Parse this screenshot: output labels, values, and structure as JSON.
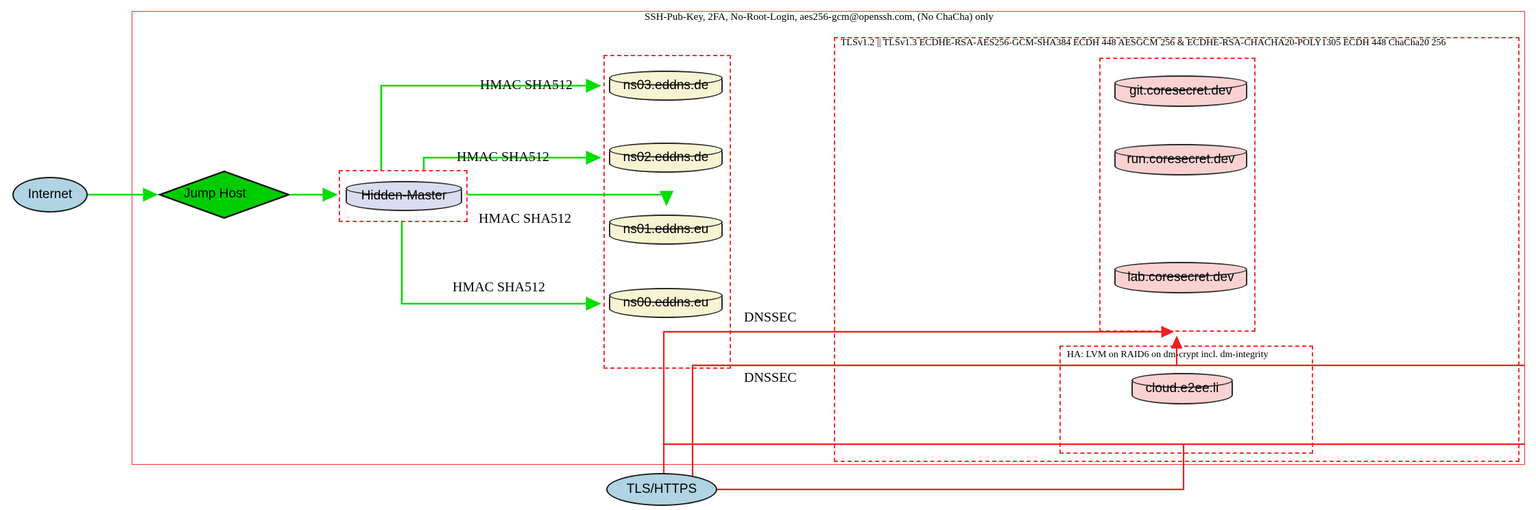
{
  "diagram": {
    "title_label": "SSH-Pub-Key, 2FA, No-Root-Login, aes256-gcm@openssh.com, (No ChaCha) only",
    "tls_cluster_label": "TLSv1.2 || TLSv1.3 ECDHE-RSA-AES256-GCM-SHA384 ECDH 448 AESGCM 256 & ECDHE-RSA-CHACHA20-POLY1305 ECDH 448 ChaCha20 256",
    "ha_cluster_label": "HA: LVM on RAID6 on dm-crypt incl. dm-integrity"
  },
  "nodes": {
    "internet": {
      "label": "Internet",
      "shape": "ellipse",
      "fill": "#b0d4e3"
    },
    "jump_host": {
      "label": "Jump Host",
      "shape": "diamond",
      "fill": "#00cc00"
    },
    "hidden_master": {
      "label": "Hidden-Master",
      "shape": "cylinder",
      "fill": "#dcdcf0"
    },
    "ns03": {
      "label": "ns03.eddns.de",
      "shape": "cylinder",
      "fill": "#f6f4d2"
    },
    "ns02": {
      "label": "ns02.eddns.de",
      "shape": "cylinder",
      "fill": "#f6f4d2"
    },
    "ns01": {
      "label": "ns01.eddns.eu",
      "shape": "cylinder",
      "fill": "#f6f4d2"
    },
    "ns00": {
      "label": "ns00.eddns.eu",
      "shape": "cylinder",
      "fill": "#f6f4d2"
    },
    "git": {
      "label": "git.coresecret.dev",
      "shape": "cylinder",
      "fill": "#fad2d2"
    },
    "run": {
      "label": "run.coresecret.dev",
      "shape": "cylinder",
      "fill": "#fad2d2"
    },
    "lab": {
      "label": "lab.coresecret.dev",
      "shape": "cylinder",
      "fill": "#fad2d2"
    },
    "cloud": {
      "label": "cloud.e2ee.li",
      "shape": "cylinder",
      "fill": "#fad2d2"
    },
    "tls_https": {
      "label": "TLS/HTTPS",
      "shape": "ellipse",
      "fill": "#b0d4e3"
    }
  },
  "edge_labels": {
    "hmac_ns03": "HMAC SHA512",
    "hmac_ns02": "HMAC SHA512",
    "hmac_ns01": "HMAC SHA512",
    "hmac_ns00": "HMAC SHA512",
    "dnssec_upper": "DNSSEC",
    "dnssec_lower": "DNSSEC"
  },
  "colors": {
    "edge_green": "#00dd00",
    "edge_red": "#ee2020",
    "cluster_red": "#f03030",
    "node_stroke": "#2b2b2b"
  }
}
